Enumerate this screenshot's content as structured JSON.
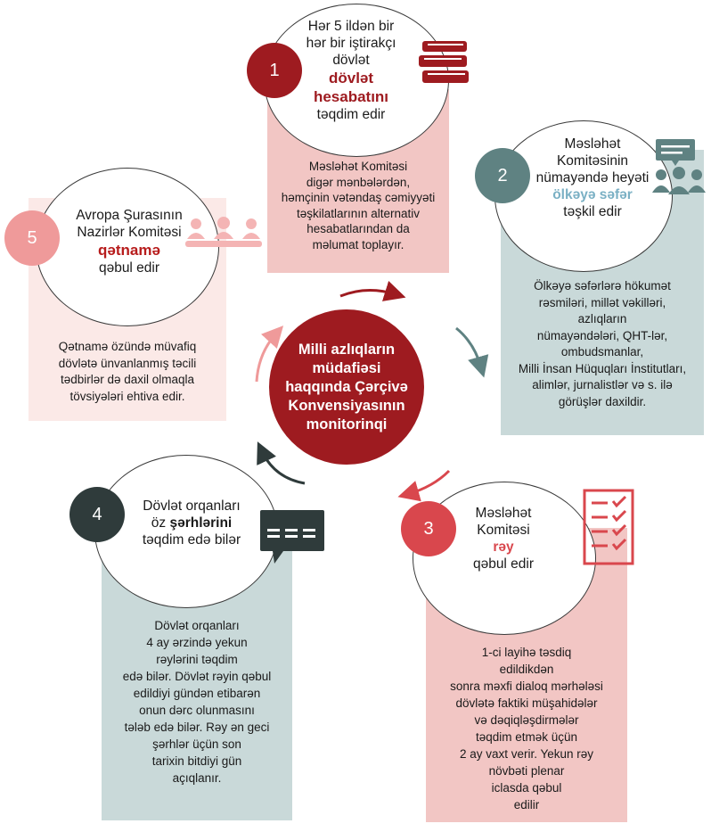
{
  "colors": {
    "center": "#9e1b20",
    "step1_panel": "#f2c6c4",
    "step1_num": "#9e1b20",
    "step1_highlight": "#9e1b20",
    "step2_panel": "#c9d9d9",
    "step2_num": "#5f8282",
    "step2_highlight": "#7ab0c4",
    "step3_panel": "#f2c6c4",
    "step3_num": "#d9474d",
    "step3_highlight": "#d9474d",
    "step4_panel": "#c9d9d9",
    "step4_num": "#2f3b3b",
    "step5_panel": "#fbe9e7",
    "step5_num": "#ef9a9a",
    "step5_highlight": "#b71c1c"
  },
  "center": {
    "lines": [
      "Milli azlıqların",
      "müdafiəsi",
      "haqqında Çərçivə",
      "Konvensiyasının",
      "monitorinqi"
    ]
  },
  "steps": [
    {
      "number": "1",
      "icon": "books-icon",
      "circle_lines": [
        "Hər 5 ildən bir",
        "hər bir iştirakçı",
        "dövlət"
      ],
      "highlight_lines": [
        "dövlət",
        "hesabatını"
      ],
      "after_lines": [
        "təqdim edir"
      ],
      "panel_lines": [
        "Məsləhət Komitəsi",
        "digər mənbələrdən,",
        "həmçinin vətəndaş cəmiyyəti",
        "təşkilatlarının alternativ",
        "hesabatlarından da",
        "məlumat toplayır."
      ]
    },
    {
      "number": "2",
      "icon": "meeting-icon",
      "circle_lines": [
        "Məsləhət",
        "Komitəsinin",
        "nümayəndə heyəti"
      ],
      "highlight_lines": [
        "ölkəyə səfər"
      ],
      "after_lines": [
        "təşkil edir"
      ],
      "panel_lines": [
        "Ölkəyə səfərlərə hökumət",
        "rəsmiləri, millət vəkilləri,",
        "azlıqların",
        "nümayəndələri, QHT-lər,",
        "ombudsmanlar,",
        "Milli İnsan Hüquqları İnstitutları,",
        "alimlər, jurnalistlər və s. ilə",
        "görüşlər daxildir."
      ]
    },
    {
      "number": "3",
      "icon": "checklist-icon",
      "circle_lines": [
        "Məsləhət",
        "Komitəsi"
      ],
      "highlight_lines": [
        "rəy"
      ],
      "after_lines": [
        "qəbul edir"
      ],
      "panel_lines": [
        "1-ci layihə təsdiq",
        "edildikdən",
        "sonra məxfi dialoq mərhələsi",
        "dövlətə faktiki müşahidələr",
        "və dəqiqləşdirmələr",
        "təqdim etmək üçün",
        "2 ay vaxt verir. Yekun rəy",
        "növbəti plenar",
        "iclasda qəbul",
        "edilir"
      ]
    },
    {
      "number": "4",
      "icon": "comment-icon",
      "circle_line1": "Dövlət orqanları",
      "circle_line2_prefix": "öz ",
      "circle_line2_bold": "şərhlərini",
      "circle_line3": "təqdim edə bilər",
      "panel_lines": [
        "Dövlət orqanları",
        "4 ay ərzində yekun",
        "rəylərini təqdim",
        "edə bilər. Dövlət rəyin qəbul",
        "edildiyi gündən etibarən",
        "onun dərc olunmasını",
        "tələb edə bilər. Rəy ən geci",
        "şərhlər üçün son",
        "tarixin  bitdiyi gün",
        "açıqlanır."
      ]
    },
    {
      "number": "5",
      "icon": "group-icon",
      "circle_lines": [
        "Avropa Şurasının",
        "Nazirlər Komitəsi"
      ],
      "highlight_lines": [
        "qətnamə"
      ],
      "after_lines": [
        "qəbul edir"
      ],
      "panel_lines": [
        "Qətnamə özündə müvafiq",
        "dövlətə ünvanlanmış təcili",
        "tədbirlər də daxil olmaqla",
        "tövsiyələri ehtiva edir."
      ]
    }
  ]
}
